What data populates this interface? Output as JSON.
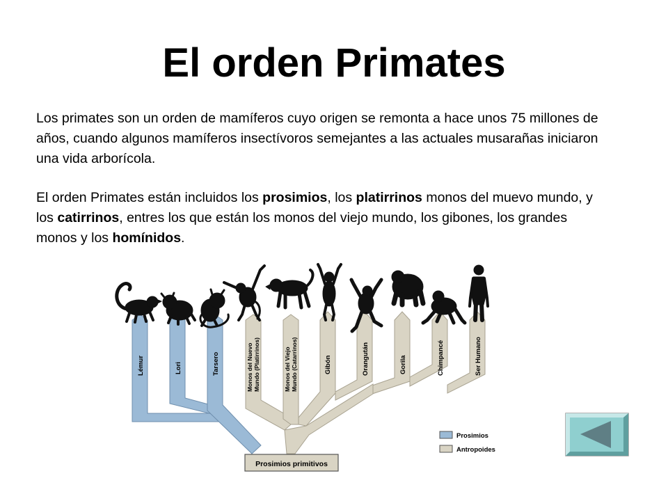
{
  "title": "El orden Primates",
  "paragraph1": "Los primates son un orden de mamíferos cuyo origen se remonta a hace unos 75 millones de años, cuando algunos mamíferos insectívoros semejantes a las actuales musarañas iniciaron una vida arborícola.",
  "paragraph2": {
    "t1": "El orden Primates están incluidos los ",
    "b1": "prosimios",
    "t2": ", los ",
    "b2": "platirrinos",
    "t3": " monos del muevo mundo, y los ",
    "b3": "catirrinos",
    "t4": ", entres los que están los monos del viejo mundo, los gibones, los grandes monos y los ",
    "b4": "homínidos",
    "t5": "."
  },
  "tree": {
    "root_label": "Prosimios primitivos",
    "branches": [
      {
        "label": "Lémur",
        "group": "prosimios",
        "animal": "lemur-silhouette"
      },
      {
        "label": "Lori",
        "group": "prosimios",
        "animal": "loris-silhouette"
      },
      {
        "label": "Tarsero",
        "group": "prosimios",
        "animal": "tarsier-silhouette"
      },
      {
        "label": "Monos del Nuevo Mundo (Platirrinos)",
        "line1": "Monos del Nuevo",
        "line2": "Mundo (Platirrinos)",
        "group": "antropoides",
        "animal": "spider-monkey-silhouette"
      },
      {
        "label": "Monos del Viejo Mundo (Catarrinos)",
        "line1": "Monos del Viejo",
        "line2": "Mundo (Catarrinos)",
        "group": "antropoides",
        "animal": "baboon-silhouette"
      },
      {
        "label": "Gibón",
        "group": "antropoides",
        "animal": "gibbon-silhouette"
      },
      {
        "label": "Orangután",
        "group": "antropoides",
        "animal": "orangutan-silhouette"
      },
      {
        "label": "Gorila",
        "group": "antropoides",
        "animal": "gorilla-silhouette"
      },
      {
        "label": "Chimpancé",
        "group": "antropoides",
        "animal": "chimpanzee-silhouette"
      },
      {
        "label": "Ser Humano",
        "group": "antropoides",
        "animal": "human-silhouette"
      }
    ],
    "legend": [
      {
        "label": "Prosimios",
        "color": "#9bbad6"
      },
      {
        "label": "Antropoides",
        "color": "#d9d4c4"
      }
    ]
  },
  "colors": {
    "prosimios": "#9bbad6",
    "antropoides": "#d9d4c4",
    "button_fill": "#8fcfcf",
    "button_arrow": "#5f7f85"
  },
  "nav": {
    "icon": "back-arrow-icon"
  }
}
